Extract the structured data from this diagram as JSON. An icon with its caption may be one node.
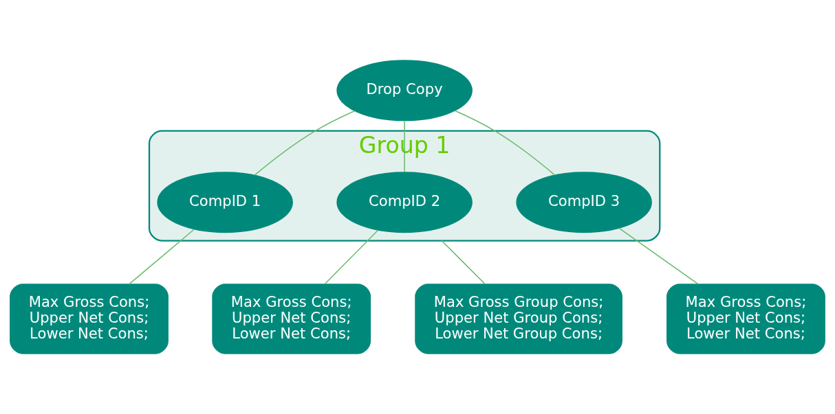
{
  "diagram": {
    "nodes": [
      {
        "text": [
          "Drop Copy"
        ]
      },
      {
        "text": [
          "Group 1"
        ]
      },
      {
        "text": [
          "CompID 1"
        ],
        "in": 1
      },
      {
        "text": [
          "CompID 2"
        ],
        "in": 1
      },
      {
        "text": [
          "CompID 3"
        ],
        "in": 1
      },
      {
        "text": [
          "Max Gross Cons;",
          "Upper Net Cons;",
          "Lower Net Cons;"
        ]
      },
      {
        "text": [
          "Max Gross Cons;",
          "Upper Net Cons;",
          "Lower Net Cons;"
        ]
      },
      {
        "text": [
          "Max Gross Cons;",
          "Upper Net Cons;",
          "Lower Net Cons;"
        ]
      },
      {
        "text": [
          "Max Gross Group Cons;",
          "Upper Net Group Cons;",
          "Lower Net Group Cons;"
        ]
      }
    ],
    "edges": [
      {
        "from": 0,
        "to": 2,
        "arrow": "none"
      },
      {
        "from": 0,
        "to": 3,
        "arrow": "none"
      },
      {
        "from": 0,
        "to": 4,
        "arrow": "none"
      },
      {
        "from": 2,
        "to": 5,
        "arrow": "none"
      },
      {
        "from": 3,
        "to": 6,
        "arrow": "none"
      },
      {
        "from": 4,
        "to": 7,
        "arrow": "none"
      },
      {
        "from": 1,
        "to": 8,
        "arrow": "none"
      }
    ]
  }
}
